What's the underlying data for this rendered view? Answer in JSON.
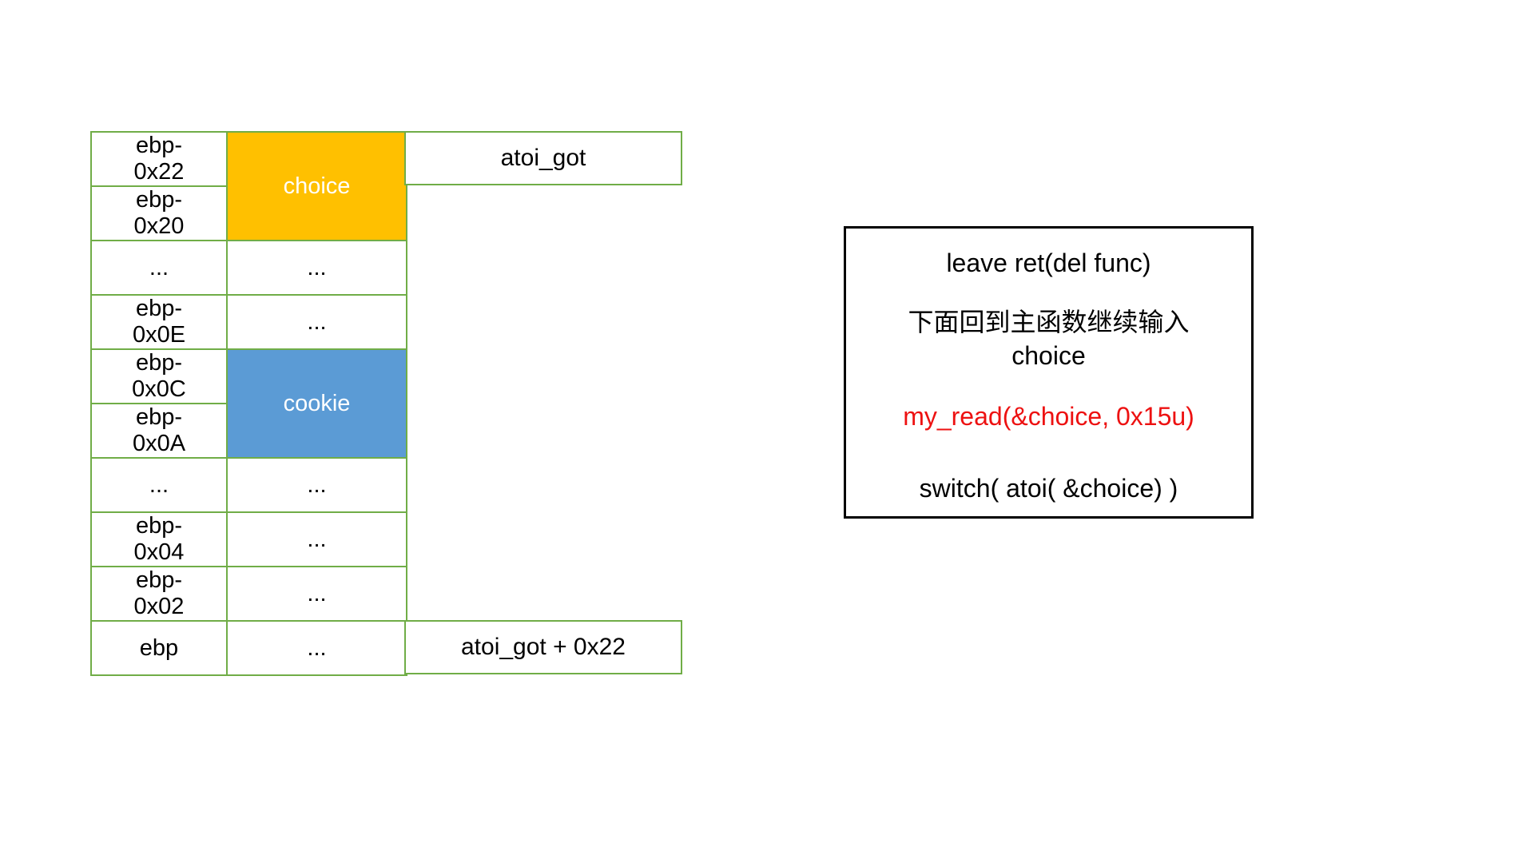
{
  "colors": {
    "grid_green": "#70AD47",
    "choice_fill": "#FFC000",
    "cookie_fill": "#5B9BD5",
    "note_red": "#ED1111",
    "text_black": "#000000",
    "fill_text_white": "#ffffff"
  },
  "stack_table": {
    "choice_label": "choice",
    "cookie_label": "cookie",
    "rows": [
      {
        "offset": "ebp-\n0x22",
        "value": ""
      },
      {
        "offset": "ebp-\n0x20",
        "value": ""
      },
      {
        "offset": "...",
        "value": "..."
      },
      {
        "offset": "ebp-\n0x0E",
        "value": "..."
      },
      {
        "offset": "ebp-\n0x0C",
        "value": ""
      },
      {
        "offset": "ebp-\n0x0A",
        "value": ""
      },
      {
        "offset": "...",
        "value": "..."
      },
      {
        "offset": "ebp-\n0x04",
        "value": "..."
      },
      {
        "offset": "ebp-\n0x02",
        "value": "..."
      },
      {
        "offset": "ebp",
        "value": "..."
      }
    ]
  },
  "annotations": {
    "atoi_got": "atoi_got",
    "atoi_got_plus": "atoi_got + 0x22"
  },
  "note": {
    "line1": "leave ret(del func)",
    "line2": "下面回到主函数继续输入\nchoice",
    "line3": "my_read(&choice, 0x15u)",
    "line4": "switch( atoi( &choice) )"
  }
}
